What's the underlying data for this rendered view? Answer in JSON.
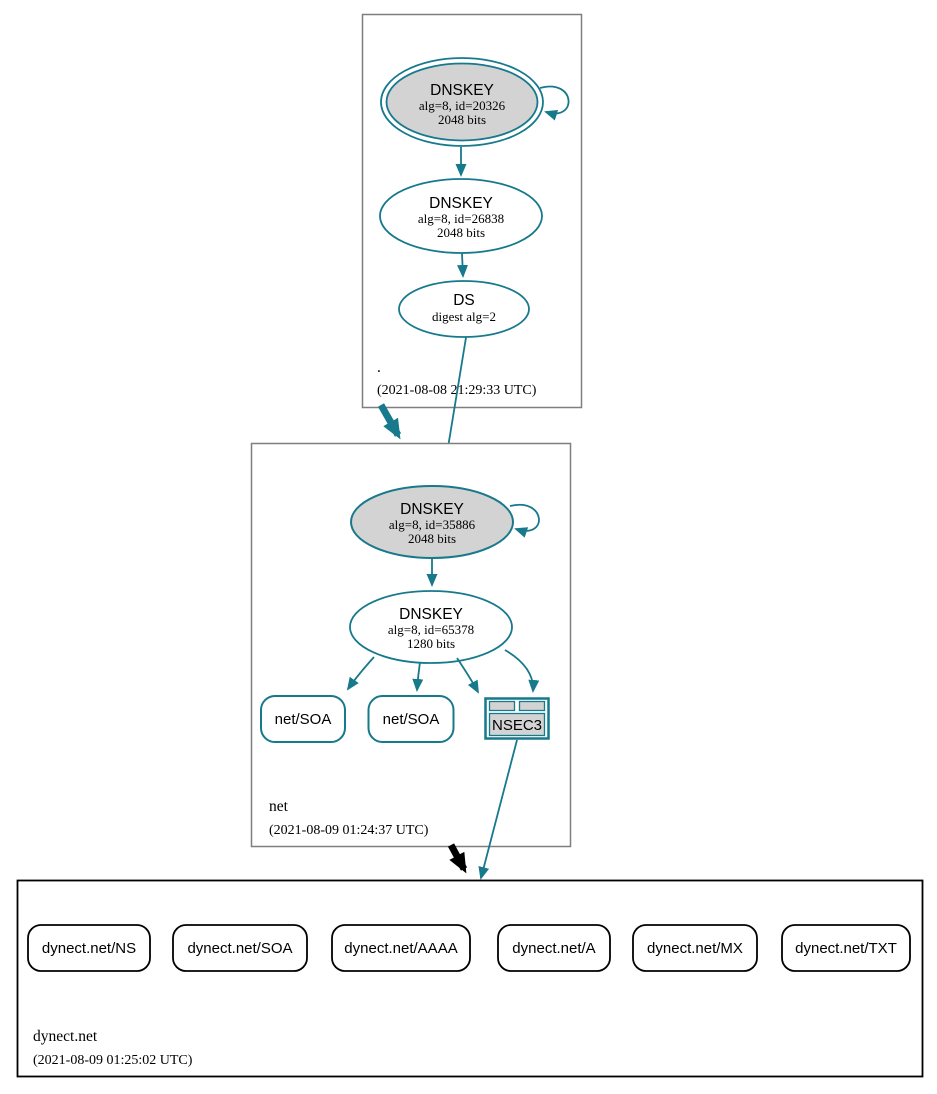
{
  "colors": {
    "teal": "#17798c",
    "node_fill": "#d3d3d3",
    "zone_box_border": "#7f7f7f",
    "record_border": "#000000"
  },
  "root_zone": {
    "label": ".",
    "timestamp": "(2021-08-08 21:29:33 UTC)",
    "ksk": {
      "title": "DNSKEY",
      "detail": "alg=8, id=20326",
      "bits": "2048 bits"
    },
    "zsk": {
      "title": "DNSKEY",
      "detail": "alg=8, id=26838",
      "bits": "2048 bits"
    },
    "ds": {
      "title": "DS",
      "detail": "digest alg=2"
    }
  },
  "net_zone": {
    "label": "net",
    "timestamp": "(2021-08-09 01:24:37 UTC)",
    "ksk": {
      "title": "DNSKEY",
      "detail": "alg=8, id=35886",
      "bits": "2048 bits"
    },
    "zsk": {
      "title": "DNSKEY",
      "detail": "alg=8, id=65378",
      "bits": "1280 bits"
    },
    "soa1": "net/SOA",
    "soa2": "net/SOA",
    "nsec3": "NSEC3"
  },
  "dynect_zone": {
    "label": "dynect.net",
    "timestamp": "(2021-08-09 01:25:02 UTC)",
    "records": [
      "dynect.net/NS",
      "dynect.net/SOA",
      "dynect.net/AAAA",
      "dynect.net/A",
      "dynect.net/MX",
      "dynect.net/TXT"
    ]
  }
}
